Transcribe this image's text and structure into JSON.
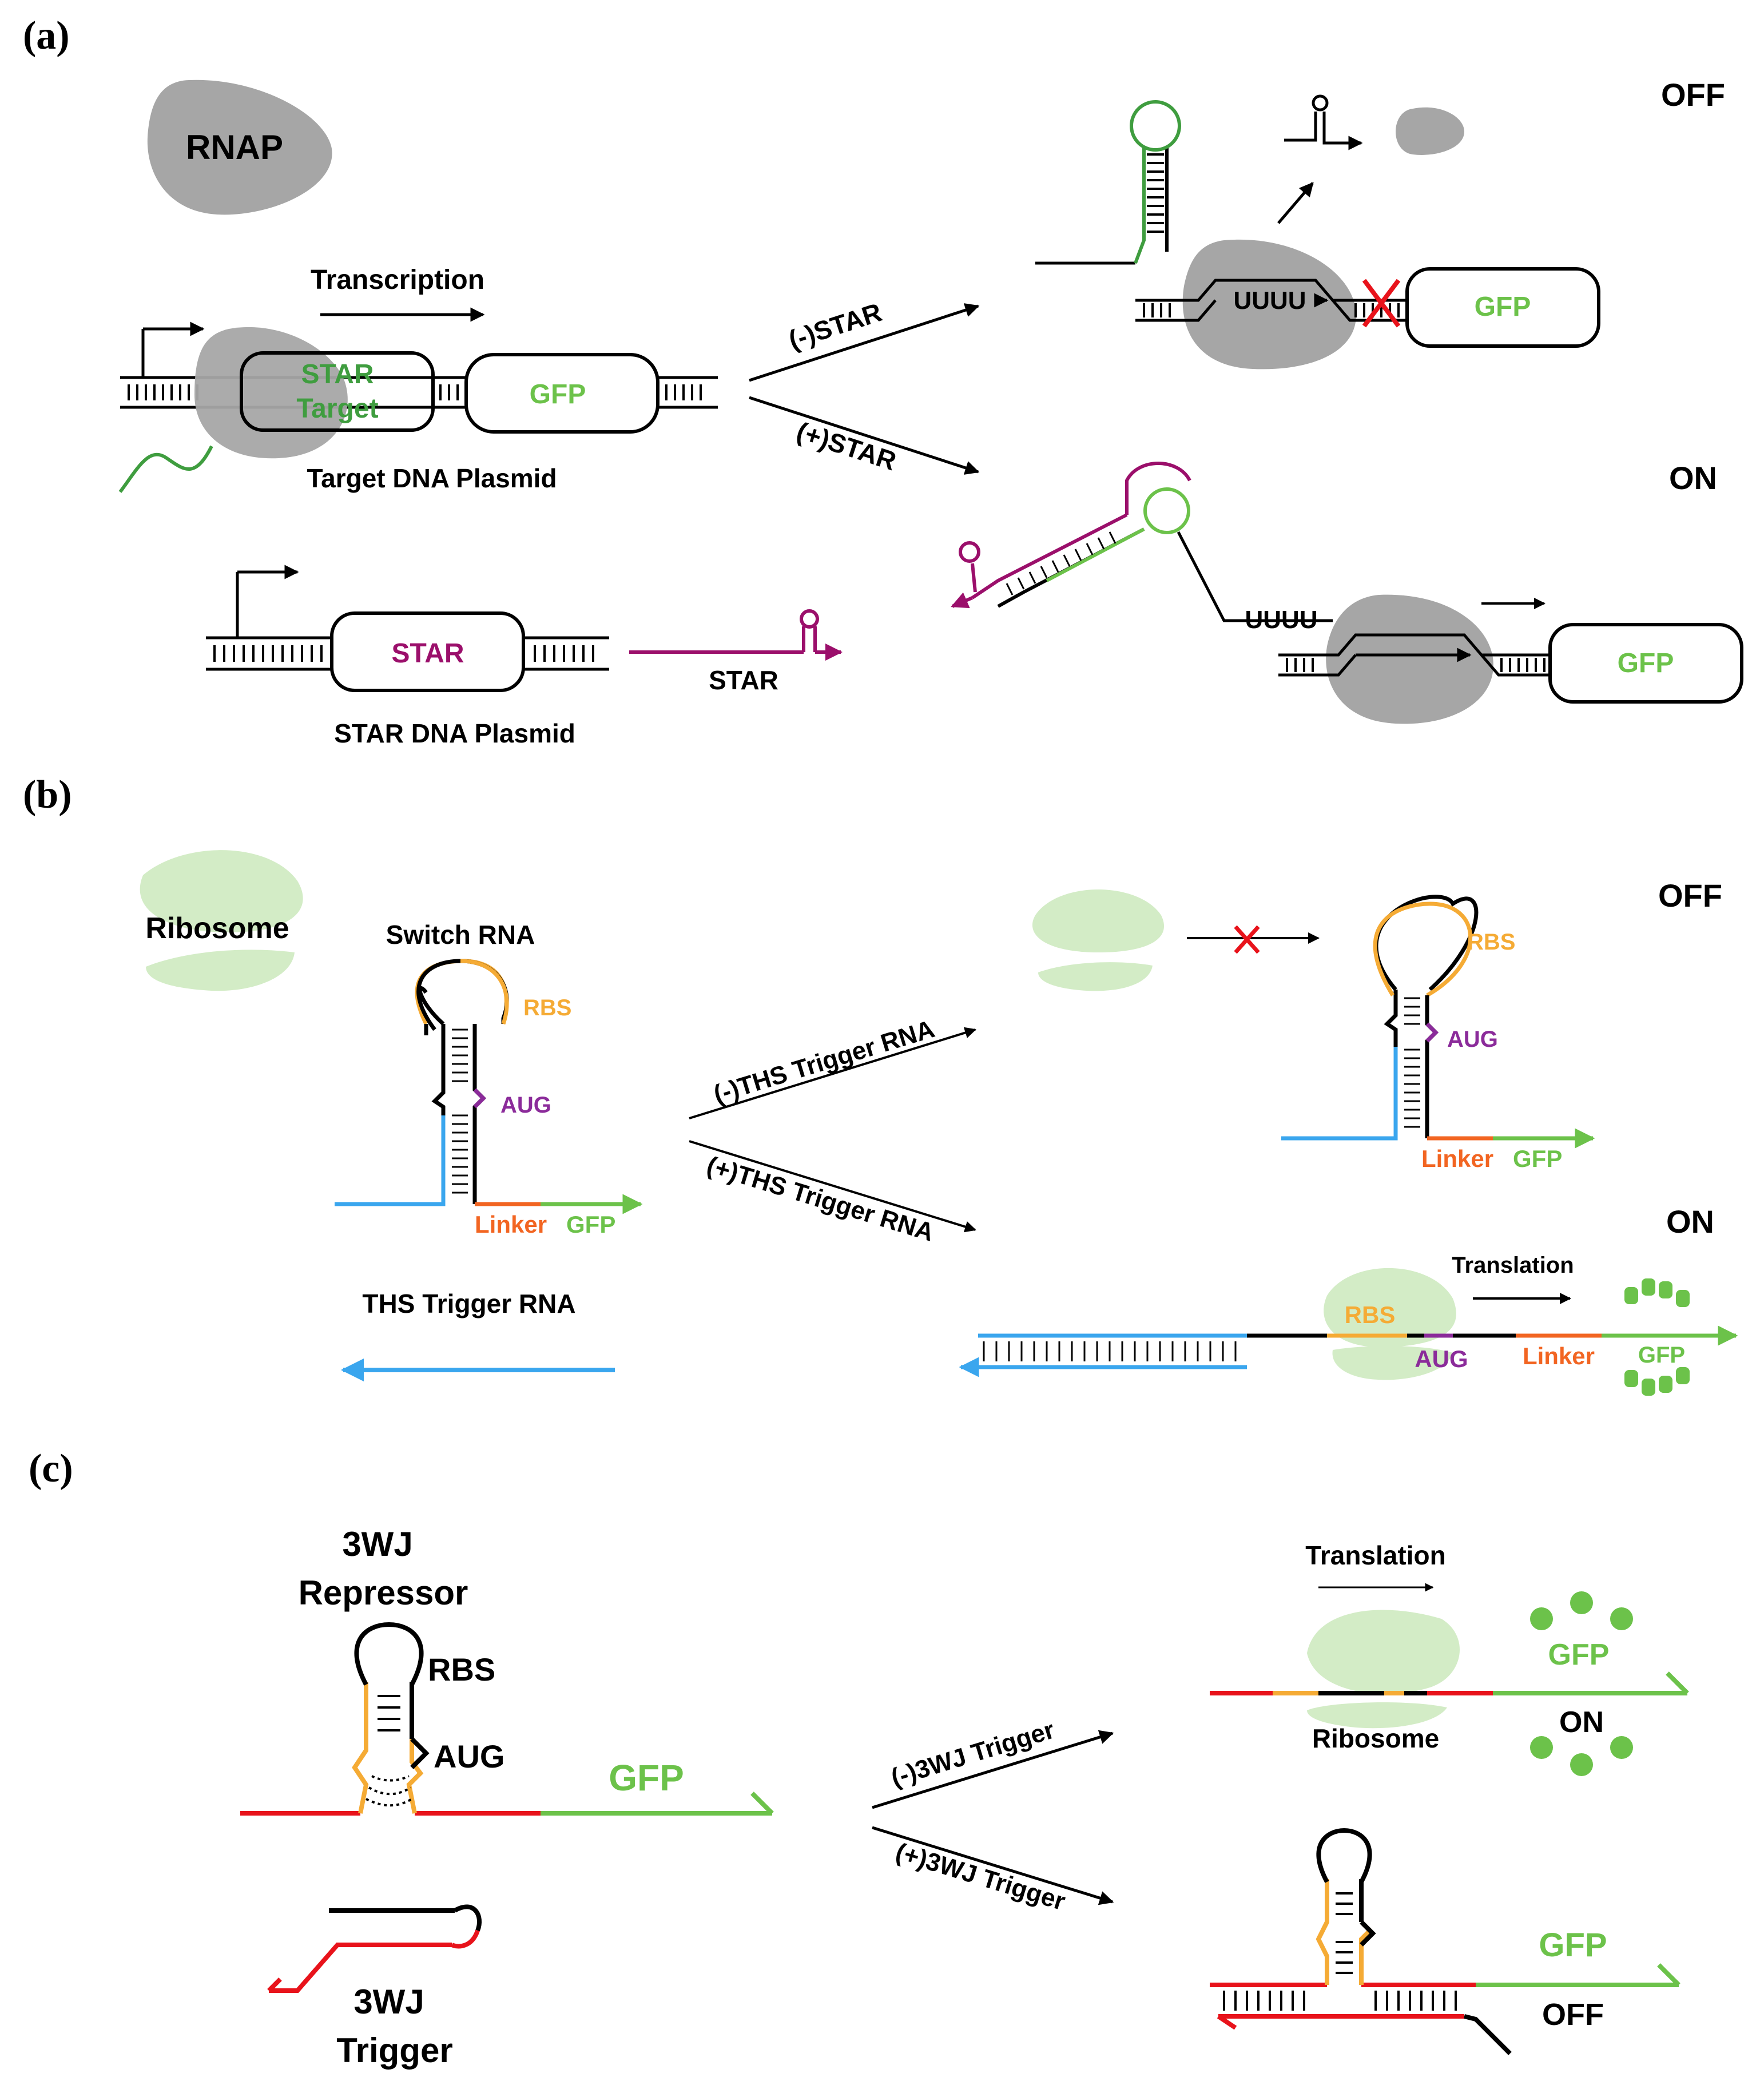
{
  "colors": {
    "black": "#000000",
    "grey": "#a6a6a6",
    "green": "#3f9d3f",
    "lightgreen": "#6cc24a",
    "paleGreen": "#d3ecc6",
    "magenta": "#9b0f6b",
    "orange": "#f5ab35",
    "purple": "#8b2b9a",
    "redorange": "#f26522",
    "blue": "#3aa6ee",
    "red": "#e8131b"
  },
  "panel_a": {
    "label": "(a)",
    "rnap": "RNAP",
    "transcription": "Transcription",
    "star_target_line1": "STAR",
    "star_target_line2": "Target",
    "gfp": "GFP",
    "target_plasmid": "Target DNA Plasmid",
    "star_box": "STAR",
    "star_rna": "STAR",
    "star_plasmid": "STAR DNA Plasmid",
    "minus_star": "(-)STAR",
    "plus_star": "(+)STAR",
    "off": "OFF",
    "on": "ON",
    "uuuu": "UUUU",
    "gfp_off": "GFP",
    "gfp_on": "GFP"
  },
  "panel_b": {
    "label": "(b)",
    "ribosome": "Ribosome",
    "switch_rna": "Switch RNA",
    "rbs": "RBS",
    "aug": "AUG",
    "linker": "Linker",
    "gfp": "GFP",
    "ths_trigger": "THS Trigger RNA",
    "minus_ths": "(-)THS Trigger RNA",
    "plus_ths": "(+)THS Trigger RNA",
    "off": "OFF",
    "on": "ON",
    "translation": "Translation",
    "rbs_off": "RBS",
    "aug_off": "AUG",
    "linker_off": "Linker",
    "gfp_off": "GFP",
    "rbs_on": "RBS",
    "aug_on": "AUG",
    "linker_on": "Linker",
    "gfp_on": "GFP"
  },
  "panel_c": {
    "label": "(c)",
    "repressor_line1": "3WJ",
    "repressor_line2": "Repressor",
    "rbs": "RBS",
    "aug": "AUG",
    "gfp": "GFP",
    "trigger_line1": "3WJ",
    "trigger_line2": "Trigger",
    "minus_trigger": "(-)3WJ Trigger",
    "plus_trigger": "(+)3WJ Trigger",
    "translation": "Translation",
    "gfp_on": "GFP",
    "ribosome": "Ribosome",
    "on": "ON",
    "gfp_off": "GFP",
    "off": "OFF"
  }
}
